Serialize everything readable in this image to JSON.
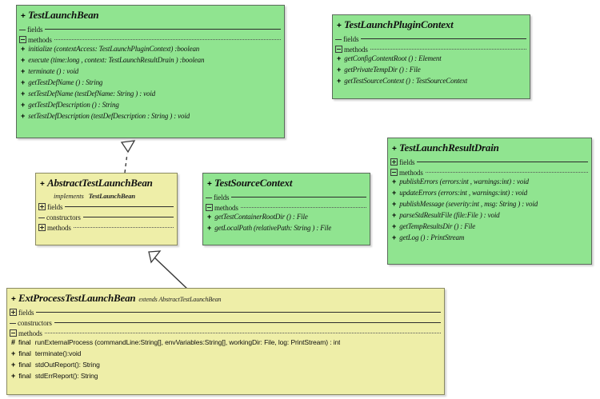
{
  "diagram": {
    "title": "TestLaunchBean UML class diagram",
    "colors": {
      "interface_fill": "#90e490",
      "class_fill": "#eeeea8",
      "border": "#5c6b5c",
      "text": "#111111"
    }
  },
  "classes": [
    {
      "id": "TestLaunchBean",
      "name": "TestLaunchBean",
      "visibility": "+",
      "fill": "green",
      "sections": [
        {
          "label": "fields",
          "expander": "none",
          "rule": "solid"
        },
        {
          "label": "methods",
          "expander": "minus",
          "rule": "dotted"
        }
      ],
      "members": [
        {
          "vis": "+",
          "mod": "",
          "sig": "initialize (contextAccess: TestLaunchPluginContext) :boolean"
        },
        {
          "vis": "+",
          "mod": "",
          "sig": "execute (time:long , context: TestLaunchResultDrain ) :boolean"
        },
        {
          "vis": "+",
          "mod": "",
          "sig": "terminate () : void"
        },
        {
          "vis": "+",
          "mod": "",
          "sig": "getTestDefName () : String"
        },
        {
          "vis": "+",
          "mod": "",
          "sig": "setTestDefName (testDefName: String ) : void"
        },
        {
          "vis": "+",
          "mod": "",
          "sig": "getTestDefDescription () : String"
        },
        {
          "vis": "+",
          "mod": "",
          "sig": "setTestDefDescription (testDefDescription : String ) : void"
        }
      ]
    },
    {
      "id": "TestLaunchPluginContext",
      "name": "TestLaunchPluginContext",
      "visibility": "+",
      "fill": "green",
      "sections": [
        {
          "label": "fields",
          "expander": "none",
          "rule": "solid"
        },
        {
          "label": "methods",
          "expander": "minus",
          "rule": "dotted"
        }
      ],
      "members": [
        {
          "vis": "+",
          "mod": "",
          "sig": "getConfigContentRoot () : Element"
        },
        {
          "vis": "+",
          "mod": "",
          "sig": "getPrivateTempDir () : File"
        },
        {
          "vis": "+",
          "mod": "",
          "sig": "getTestSourceContext () : TestSourceContext"
        }
      ]
    },
    {
      "id": "TestLaunchResultDrain",
      "name": "TestLaunchResultDrain",
      "visibility": "+",
      "fill": "green",
      "sections": [
        {
          "label": "fields",
          "expander": "plus",
          "rule": "solid"
        },
        {
          "label": "methods",
          "expander": "minus",
          "rule": "dotted"
        }
      ],
      "members": [
        {
          "vis": "+",
          "mod": "",
          "sig": "publishErrors (errors:int , warnings:int) : void"
        },
        {
          "vis": "+",
          "mod": "",
          "sig": "updateErrors (errors:int , warnings:int) : void"
        },
        {
          "vis": "+",
          "mod": "",
          "sig": "publishMessage (severity:int , msg: String ) : void"
        },
        {
          "vis": "+",
          "mod": "",
          "sig": "parseStdResultFile (file:File ) : void"
        },
        {
          "vis": "+",
          "mod": "",
          "sig": "getTempResultsDir () : File"
        },
        {
          "vis": "+",
          "mod": "",
          "sig": "getLog () : PrintStream"
        }
      ]
    },
    {
      "id": "AbstractTestLaunchBean",
      "name": "AbstractTestLaunchBean",
      "visibility": "+",
      "fill": "yellow",
      "implements_label": "implements",
      "implements_target": "TestLaunchBean",
      "sections": [
        {
          "label": "fields",
          "expander": "plus",
          "rule": "solid"
        },
        {
          "label": "constructors",
          "expander": "none",
          "rule": "solid"
        },
        {
          "label": "methods",
          "expander": "plus",
          "rule": "dotted"
        }
      ],
      "members": []
    },
    {
      "id": "TestSourceContext",
      "name": "TestSourceContext",
      "visibility": "+",
      "fill": "green",
      "sections": [
        {
          "label": "fields",
          "expander": "none",
          "rule": "solid"
        },
        {
          "label": "methods",
          "expander": "minus",
          "rule": "dotted"
        }
      ],
      "members": [
        {
          "vis": "+",
          "mod": "",
          "sig": "getTestContainerRootDir () : File"
        },
        {
          "vis": "+",
          "mod": "",
          "sig": "getLocalPath (relativePath: String ) : File"
        }
      ]
    },
    {
      "id": "ExtProcessTestLaunchBean",
      "name": "ExtProcessTestLaunchBean",
      "visibility": "+",
      "fill": "yellow",
      "stereotype": "extends AbstractTestLaunchBean",
      "sections": [
        {
          "label": "fields",
          "expander": "plus",
          "rule": "solid"
        },
        {
          "label": "constructors",
          "expander": "none",
          "rule": "solid"
        },
        {
          "label": "methods",
          "expander": "minus",
          "rule": "dotted"
        }
      ],
      "members": [
        {
          "vis": "#",
          "mod": "final",
          "sig": "runExternalProcess (commandLine:String[],  envVariables:String[],  workingDir: File,  log: PrintStream) : int"
        },
        {
          "vis": "+",
          "mod": "final",
          "sig": "terminate():void"
        },
        {
          "vis": "+",
          "mod": "final",
          "sig": "stdOutReport(): String"
        },
        {
          "vis": "+",
          "mod": "final",
          "sig": "stdErrReport(): String"
        }
      ]
    }
  ],
  "relationships": [
    {
      "id": "realization-abstract-to-interface",
      "kind": "realization",
      "style": "dashed",
      "arrowhead": "hollow-triangle",
      "from": "AbstractTestLaunchBean",
      "to": "TestLaunchBean"
    },
    {
      "id": "generalization-ext-to-abstract",
      "kind": "generalization",
      "style": "solid",
      "arrowhead": "hollow-triangle",
      "from": "ExtProcessTestLaunchBean",
      "to": "AbstractTestLaunchBean"
    }
  ]
}
